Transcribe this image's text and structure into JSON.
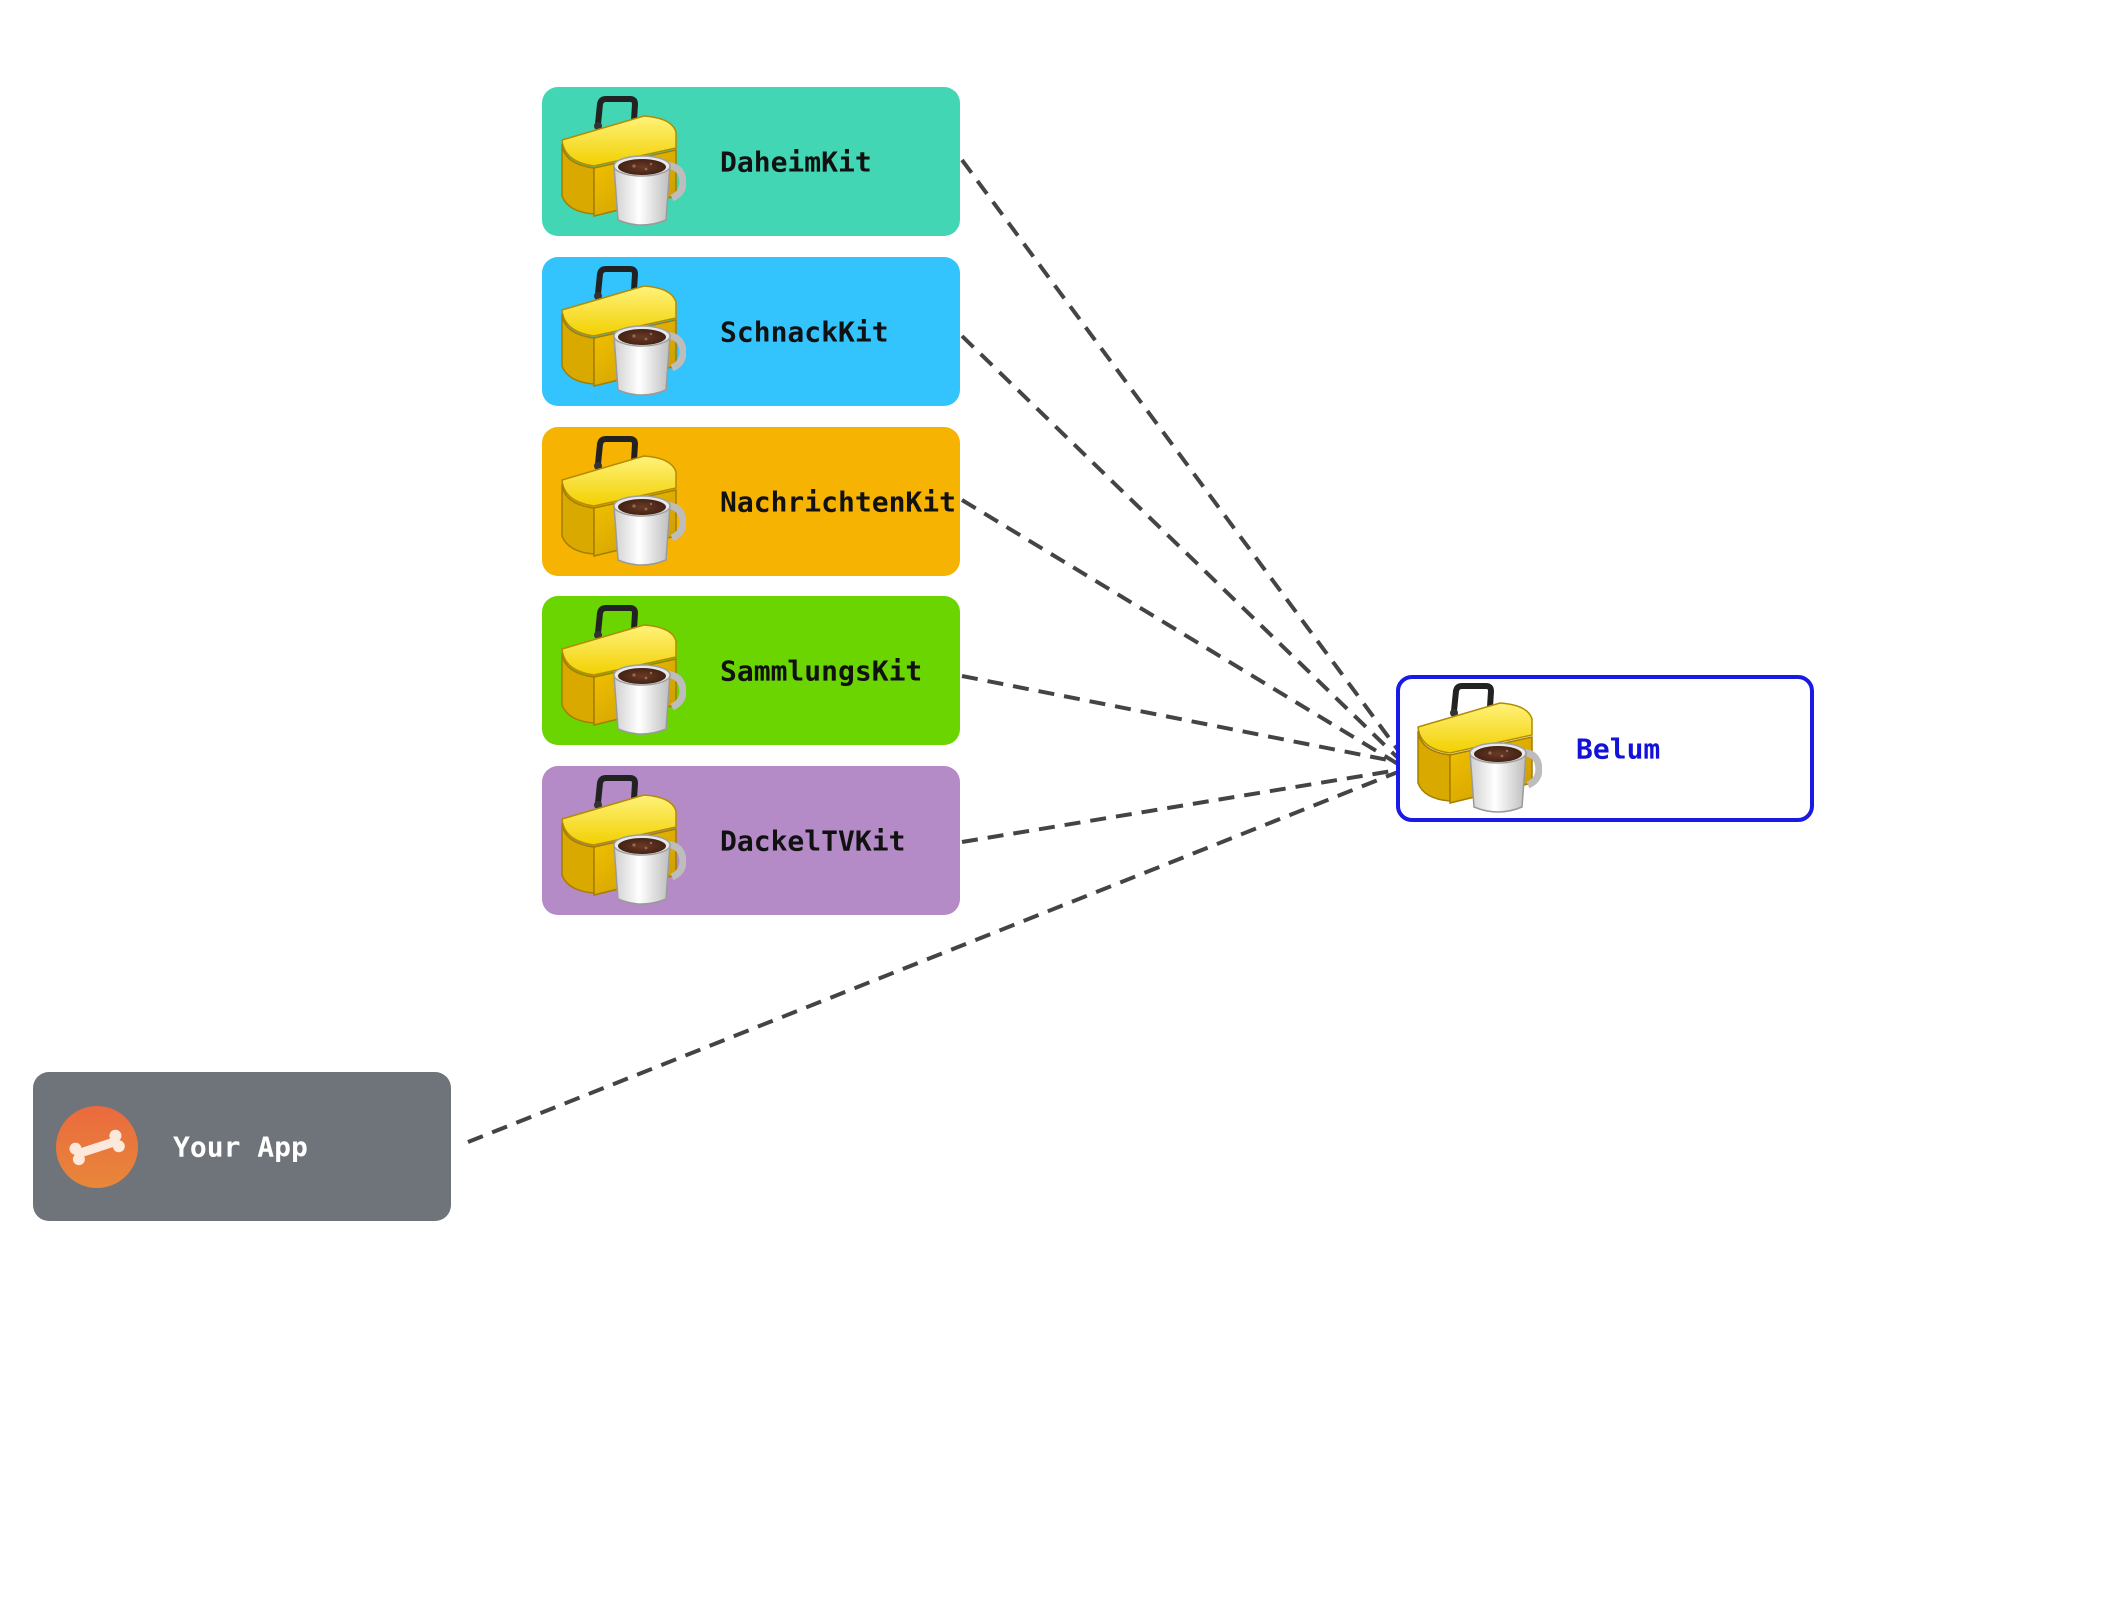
{
  "colors": {
    "daheimkit": "#43d6b5",
    "schnackkit": "#33c3fd",
    "nachrichtenkit": "#f6b301",
    "sammlungskit": "#6ad501",
    "dackeltvkit": "#b48ac7",
    "your_app": "#6f737a",
    "belum_border": "#1a1ae6",
    "belum_text": "#1212d8",
    "edge": "#444444"
  },
  "nodes": {
    "daheimkit": {
      "label": "DaheimKit",
      "icon": "toolbox-coffee-icon"
    },
    "schnackkit": {
      "label": "SchnackKit",
      "icon": "toolbox-coffee-icon"
    },
    "nachrichtenkit": {
      "label": "NachrichtenKit",
      "icon": "toolbox-coffee-icon"
    },
    "sammlungskit": {
      "label": "SammlungsKit",
      "icon": "toolbox-coffee-icon"
    },
    "dackeltvkit": {
      "label": "DackelTVKit",
      "icon": "toolbox-coffee-icon"
    },
    "your_app": {
      "label": "Your App",
      "icon": "bone-app-icon"
    },
    "belum": {
      "label": "Belum",
      "icon": "toolbox-coffee-icon"
    }
  },
  "edges": [
    {
      "from": "daheimkit",
      "to": "belum",
      "style": "dashed"
    },
    {
      "from": "schnackkit",
      "to": "belum",
      "style": "dashed"
    },
    {
      "from": "nachrichtenkit",
      "to": "belum",
      "style": "dashed"
    },
    {
      "from": "sammlungskit",
      "to": "belum",
      "style": "dashed"
    },
    {
      "from": "dackeltvkit",
      "to": "belum",
      "style": "dashed"
    },
    {
      "from": "your_app",
      "to": "belum",
      "style": "dashed"
    }
  ]
}
